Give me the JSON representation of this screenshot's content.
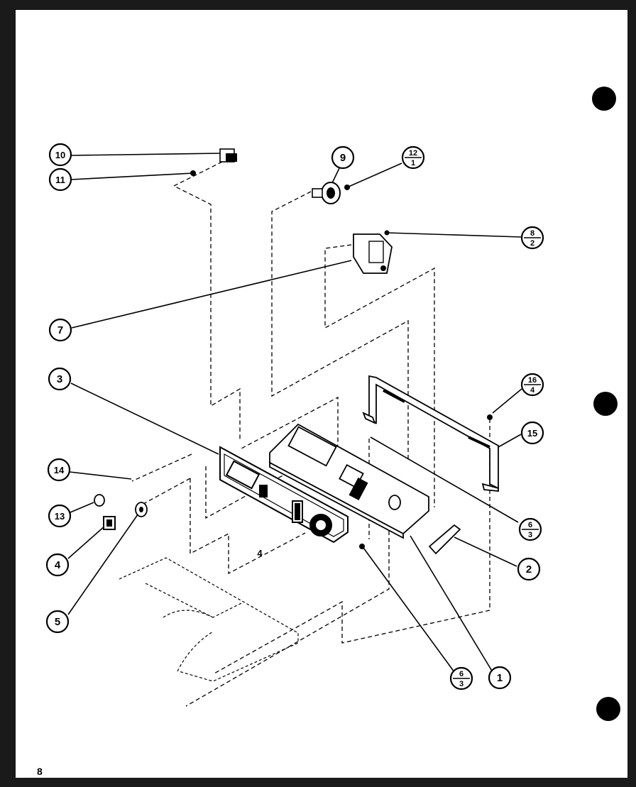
{
  "page_number": "8",
  "callouts": [
    {
      "id": "c10",
      "num": "10",
      "den": ""
    },
    {
      "id": "c11",
      "num": "11",
      "den": ""
    },
    {
      "id": "c9",
      "num": "9",
      "den": ""
    },
    {
      "id": "c12",
      "num": "12",
      "den": "1"
    },
    {
      "id": "c8",
      "num": "8",
      "den": "2"
    },
    {
      "id": "c7",
      "num": "7",
      "den": ""
    },
    {
      "id": "c3",
      "num": "3",
      "den": ""
    },
    {
      "id": "c16",
      "num": "16",
      "den": "4"
    },
    {
      "id": "c15",
      "num": "15",
      "den": ""
    },
    {
      "id": "c14",
      "num": "14",
      "den": ""
    },
    {
      "id": "c13",
      "num": "13",
      "den": ""
    },
    {
      "id": "c4",
      "num": "4",
      "den": ""
    },
    {
      "id": "c5",
      "num": "5",
      "den": ""
    },
    {
      "id": "c6a",
      "num": "6",
      "den": "3"
    },
    {
      "id": "c2",
      "num": "2",
      "den": ""
    },
    {
      "id": "c6b",
      "num": "6",
      "den": "3"
    },
    {
      "id": "c1",
      "num": "1",
      "den": ""
    }
  ],
  "dimension_label": "4"
}
